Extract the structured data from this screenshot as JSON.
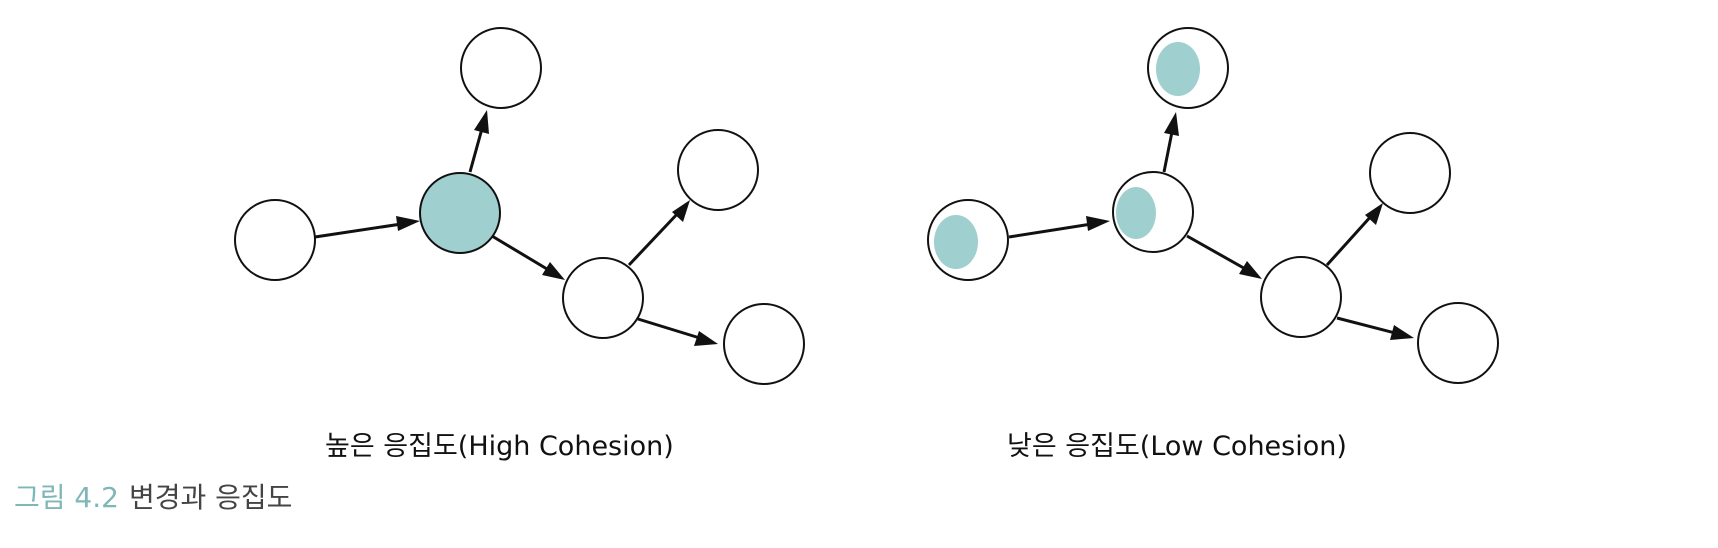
{
  "colors": {
    "accent_fill": "#9fcfcf",
    "caption_accent": "#7fb7b7",
    "stroke": "#111111"
  },
  "diagrams": {
    "high": {
      "label": "높은 응집도(High Cohesion)"
    },
    "low": {
      "label": "낮은 응집도(Low Cohesion)"
    }
  },
  "caption": {
    "number": "그림 4.2",
    "title": "변경과 응집도"
  }
}
